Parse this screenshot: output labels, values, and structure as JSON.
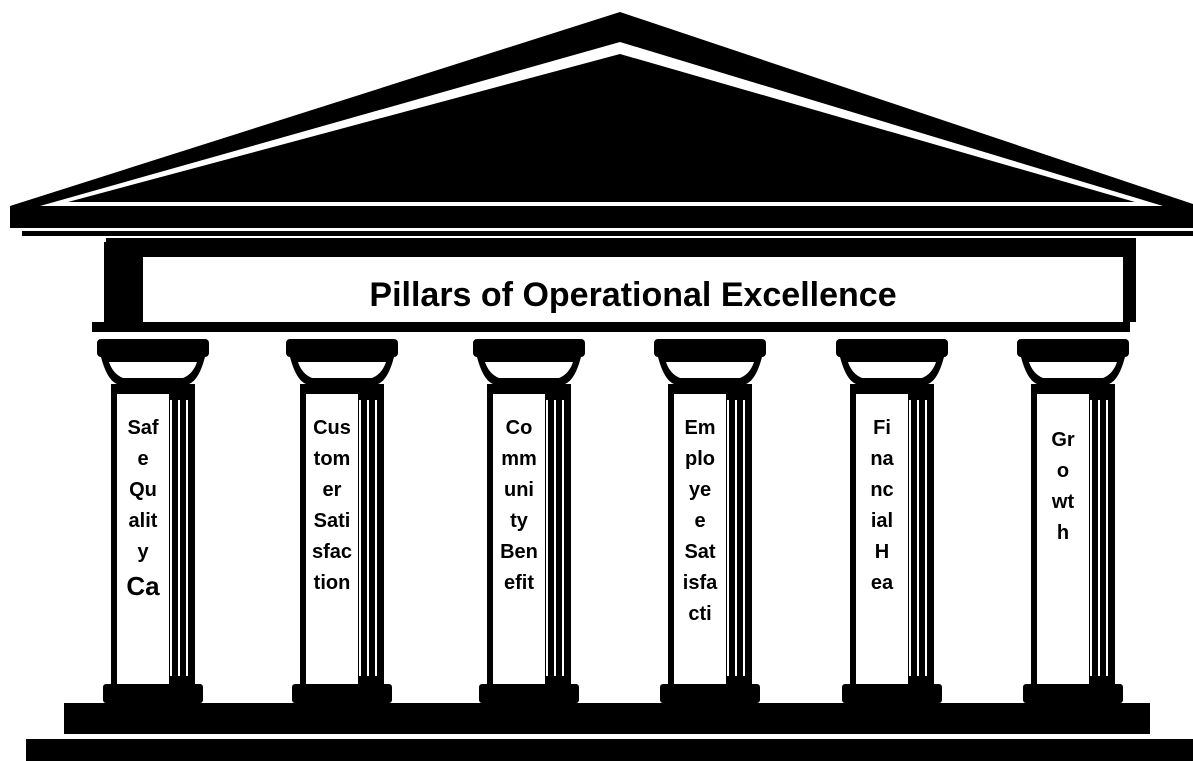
{
  "banner": {
    "title": "Pillars of Operational Excellence"
  },
  "pillars": [
    {
      "lines": [
        "Saf",
        "e",
        "Qu",
        "alit",
        "y",
        "Ca"
      ],
      "big_last": true
    },
    {
      "lines": [
        "Cus",
        "tom",
        "er",
        "Sati",
        "sfac",
        "tion"
      ],
      "big_last": false
    },
    {
      "lines": [
        "Co",
        "mm",
        "uni",
        "ty",
        "Ben",
        "efit"
      ],
      "big_last": false
    },
    {
      "lines": [
        "Em",
        "plo",
        "ye",
        "e",
        "Sat",
        "isfa",
        "cti"
      ],
      "big_last": false
    },
    {
      "lines": [
        "Fi",
        "na",
        "nc",
        "ial",
        "H",
        "ea"
      ],
      "big_last": false
    },
    {
      "lines": [
        "Gr",
        "o",
        "wt",
        "h"
      ],
      "big_last": false
    }
  ],
  "colors": {
    "ink": "#000000",
    "paper": "#ffffff"
  }
}
